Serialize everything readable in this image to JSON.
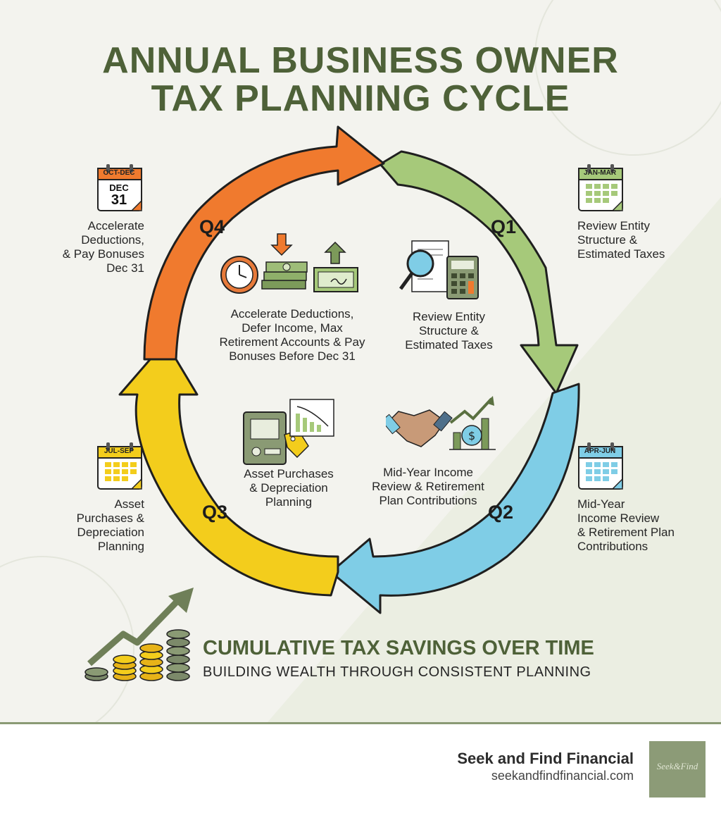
{
  "title": {
    "line1": "ANNUAL BUSINESS OWNER",
    "line2": "TAX PLANNING CYCLE"
  },
  "quarters": {
    "q1": {
      "label": "Q1",
      "months": "JAN-MAR",
      "side_lines": [
        "Review Entity",
        "Structure &",
        "Estimated Taxes"
      ],
      "inner_lines": [
        "Review Entity",
        "Structure &",
        "Estimated Taxes"
      ],
      "color": "#a6c97a"
    },
    "q2": {
      "label": "Q2",
      "months": "APR-JUN",
      "side_lines": [
        "Mid-Year",
        "Income Review",
        "& Retirement Plan",
        "Contributions"
      ],
      "inner_lines": [
        "Mid-Year Income",
        "Review & Retirement",
        "Plan Contributions"
      ],
      "color": "#7fcde6"
    },
    "q3": {
      "label": "Q3",
      "months": "JUL-SEP",
      "side_lines": [
        "Asset",
        "Purchases &",
        "Depreciation",
        "Planning"
      ],
      "inner_lines": [
        "Asset Purchases",
        "& Depreciation",
        "Planning"
      ],
      "color": "#f3cd1c"
    },
    "q4": {
      "label": "Q4",
      "months": "OCT-DEC",
      "cal_month": "DEC",
      "cal_day": "31",
      "side_lines": [
        "Accelerate",
        "Deductions,",
        "& Pay Bonuses",
        "Dec 31"
      ],
      "inner_lines": [
        "Accelerate Deductions,",
        "Defer Income, Max",
        "Retirement Accounts & Pay",
        "Bonuses Before Dec 31"
      ],
      "color": "#f07a2e"
    }
  },
  "savings": {
    "title": "CUMULATIVE TAX SAVINGS OVER TIME",
    "subtitle": "BUILDING WEALTH THROUGH CONSISTENT PLANNING"
  },
  "footer": {
    "brand": "Seek and Find Financial",
    "url": "seekandfindfinancial.com",
    "logo_text": "Seek&Find"
  },
  "colors": {
    "title": "#4e6138",
    "background": "#f3f3ee"
  }
}
